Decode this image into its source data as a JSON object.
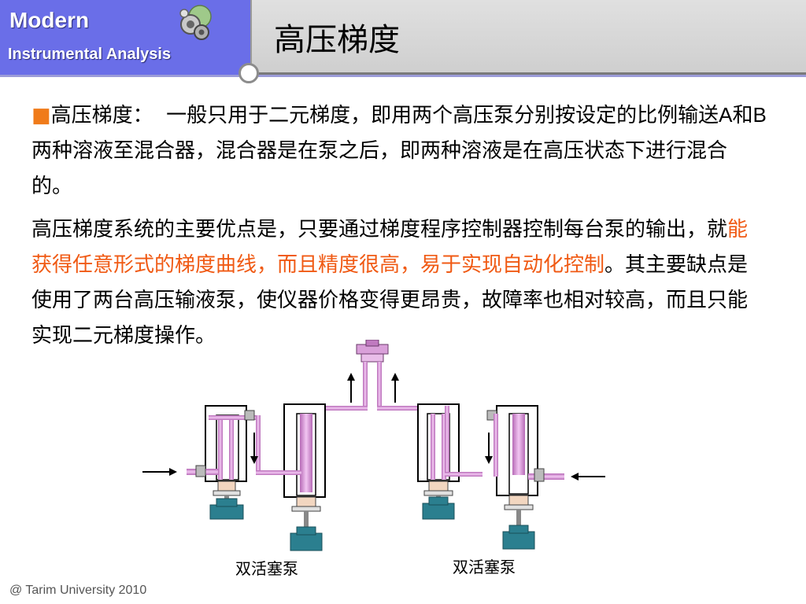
{
  "header": {
    "brand_title": "Modern",
    "brand_subtitle": "Instrumental Analysis",
    "slide_title": "高压梯度"
  },
  "content": {
    "p1_bullet": "■",
    "p1_term": "高压梯度：",
    "p1_text_a": "一般只用于二元梯度，即用两个高压泵分别按设定的比例输送",
    "p1_A": "A",
    "p1_and": "和",
    "p1_B": "B",
    "p1_text_b": "两种溶液至混合器，混合器是在泵之后，即两种溶液是在高压状态下进行混合的。",
    "p2_text_a": "高压梯度系统的主要优点是，只要通过梯度程序控制器控制每台泵的输出，就",
    "p2_highlight": "能获得任意形式的梯度曲线，而且精度很高，易于实现自动化控制",
    "p2_text_b": "。其主要缺点是使用了两台高压输液泵，使仪器价格变得更昂贵，故障率也相对较高，而且只能实现二元梯度操作。"
  },
  "diagram": {
    "pump_left_label": "双活塞泵",
    "pump_right_label": "双活塞泵"
  },
  "footer": {
    "copyright": "@ Tarim University 2010"
  },
  "colors": {
    "brand_bg": "#6a6ee8",
    "highlight": "#f05a14",
    "bullet": "#f07b1a",
    "tube": "#d98ad9",
    "piston_base": "#2b7f8f"
  },
  "icons": {
    "logo": "gear-cluster-logo-icon",
    "ring": "ring-connector-icon"
  }
}
